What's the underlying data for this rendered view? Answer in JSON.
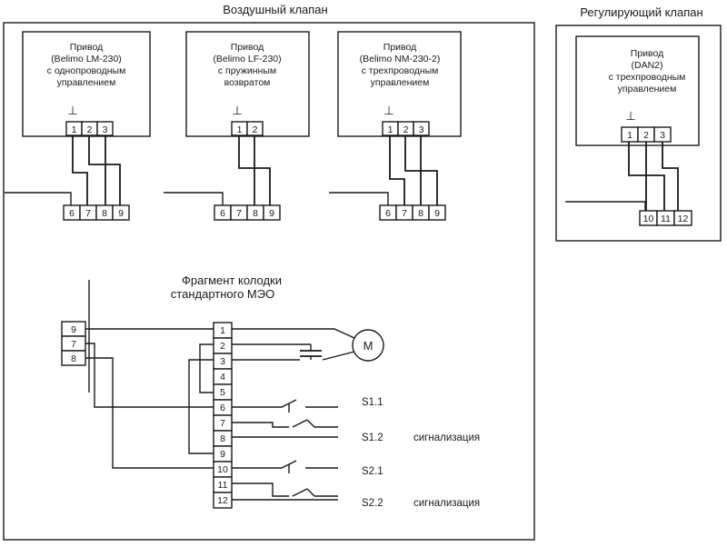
{
  "air_valve": {
    "title": "Воздушный клапан",
    "actuators": [
      {
        "lines": [
          "Привод",
          "(Belimo LM-230)",
          "с однопроводным",
          "управлением"
        ],
        "ground": "⊥",
        "terminals": [
          "1",
          "2",
          "3"
        ],
        "block": [
          "6",
          "7",
          "8",
          "9"
        ]
      },
      {
        "lines": [
          "Привод",
          "(Belimo LF-230)",
          "с пружинным",
          "возвратом"
        ],
        "ground": "⊥",
        "terminals": [
          "1",
          "2"
        ],
        "block": [
          "6",
          "7",
          "8",
          "9"
        ]
      },
      {
        "lines": [
          "Привод",
          "(Belimo NM-230-2)",
          "с трехпроводным",
          "управлением"
        ],
        "ground": "⊥",
        "terminals": [
          "1",
          "2",
          "3"
        ],
        "block": [
          "6",
          "7",
          "8",
          "9"
        ]
      }
    ]
  },
  "control_valve": {
    "title": "Регулирующий клапан",
    "lines": [
      "Привод",
      "(DAN2)",
      "с трехпроводным",
      "управлением"
    ],
    "ground": "⊥",
    "terminals": [
      "1",
      "2",
      "3"
    ],
    "block": [
      "10",
      "11",
      "12"
    ]
  },
  "meo": {
    "title_lines": [
      "Фрагмент колодки",
      "стандартного МЭО"
    ],
    "left_block": [
      "9",
      "7",
      "8"
    ],
    "terminals": [
      "1",
      "2",
      "3",
      "4",
      "5",
      "6",
      "7",
      "8",
      "9",
      "10",
      "11",
      "12"
    ],
    "motor_label": "M",
    "switches": [
      {
        "name": "S1.1",
        "note": ""
      },
      {
        "name": "S1.2",
        "note": "сигнализация"
      },
      {
        "name": "S2.1",
        "note": ""
      },
      {
        "name": "S2.2",
        "note": "сигнализация"
      }
    ]
  }
}
